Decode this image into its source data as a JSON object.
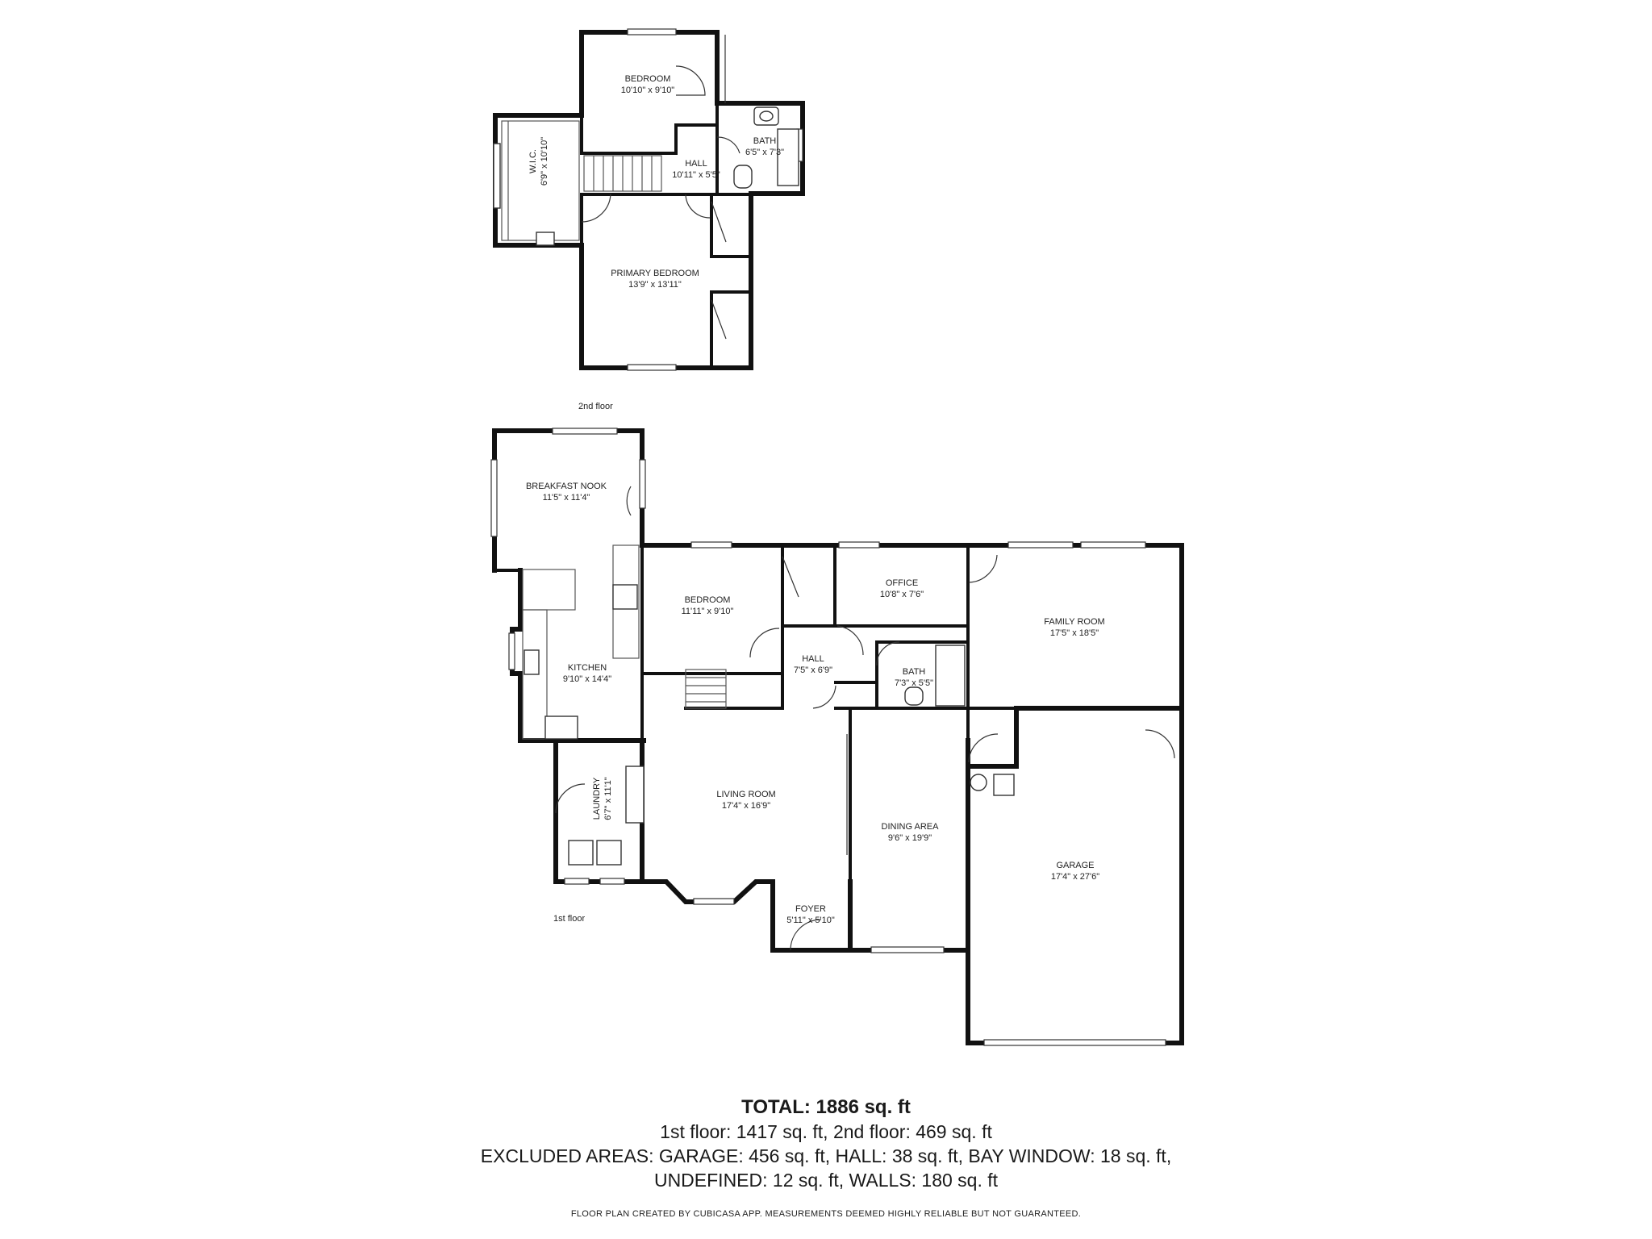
{
  "floors": {
    "second": {
      "label": "2nd floor",
      "rooms": [
        {
          "name": "BEDROOM",
          "dims": "10'10\" x 9'10\""
        },
        {
          "name": "BATH",
          "dims": "6'5\" x 7'3\""
        },
        {
          "name": "HALL",
          "dims": "10'11\" x 5'5\""
        },
        {
          "name": "W.I.C.",
          "dims": "6'9\" x 10'10\""
        },
        {
          "name": "PRIMARY BEDROOM",
          "dims": "13'9\" x 13'11\""
        }
      ]
    },
    "first": {
      "label": "1st floor",
      "rooms": [
        {
          "name": "BREAKFAST NOOK",
          "dims": "11'5\" x 11'4\""
        },
        {
          "name": "BEDROOM",
          "dims": "11'11\" x 9'10\""
        },
        {
          "name": "OFFICE",
          "dims": "10'8\" x 7'6\""
        },
        {
          "name": "FAMILY ROOM",
          "dims": "17'5\" x 18'5\""
        },
        {
          "name": "HALL",
          "dims": "7'5\" x 6'9\""
        },
        {
          "name": "BATH",
          "dims": "7'3\" x 5'5\""
        },
        {
          "name": "KITCHEN",
          "dims": "9'10\" x 14'4\""
        },
        {
          "name": "LIVING ROOM",
          "dims": "17'4\" x 16'9\""
        },
        {
          "name": "DINING AREA",
          "dims": "9'6\" x 19'9\""
        },
        {
          "name": "LAUNDRY",
          "dims": "6'7\" x 11'1\""
        },
        {
          "name": "GARAGE",
          "dims": "17'4\" x 27'6\""
        },
        {
          "name": "FOYER",
          "dims": "5'11\" x 5'10\""
        }
      ]
    }
  },
  "totals": {
    "total": "TOTAL: 1886 sq. ft",
    "floors_line": "1st floor: 1417 sq. ft, 2nd floor: 469 sq. ft",
    "excluded_line": "EXCLUDED AREAS: GARAGE: 456 sq. ft, HALL: 38 sq. ft, BAY WINDOW: 18 sq. ft,",
    "undefined_line": "UNDEFINED: 12 sq. ft, WALLS: 180 sq. ft"
  },
  "disclaimer": "FLOOR PLAN CREATED BY CUBICASA APP. MEASUREMENTS DEEMED HIGHLY RELIABLE BUT NOT GUARANTEED."
}
